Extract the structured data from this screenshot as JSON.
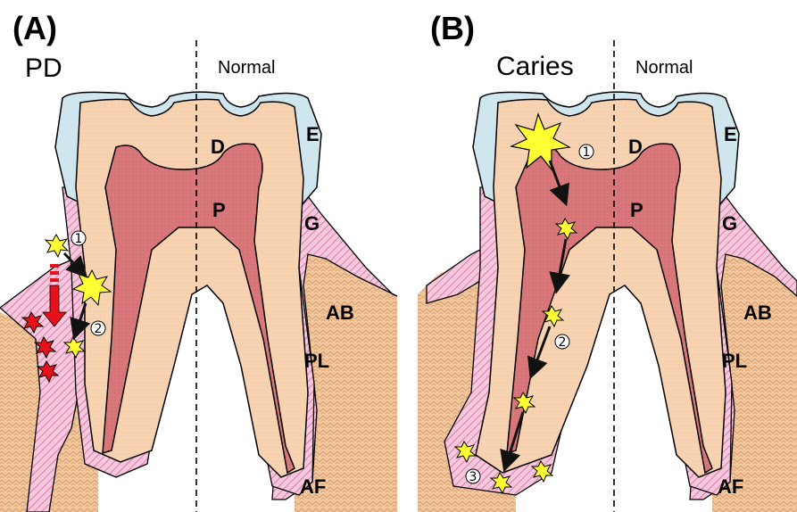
{
  "panels": [
    {
      "letter": "(A)",
      "condition": "PD",
      "normal_label": "Normal",
      "labels": {
        "enamel": "E",
        "dentin": "D",
        "pulp": "P",
        "gingiva": "G",
        "alveolar_bone": "AB",
        "periodontal_ligament": "PL",
        "apical_foramen": "AF"
      },
      "steps": [
        "1",
        "2"
      ]
    },
    {
      "letter": "(B)",
      "condition": "Caries",
      "normal_label": "Normal",
      "labels": {
        "enamel": "E",
        "dentin": "D",
        "pulp": "P",
        "gingiva": "G",
        "alveolar_bone": "AB",
        "periodontal_ligament": "PL",
        "apical_foramen": "AF"
      },
      "steps": [
        "1",
        "2",
        "3"
      ]
    }
  ],
  "colors": {
    "enamel": "#cfe6ee",
    "dentin": "#f7d2b0",
    "pulp": "#d9787a",
    "pulp_inner": "#c25a5c",
    "ligament": "#f2b8d4",
    "bone": "#f0c9a0",
    "bacteria_yellow": "#ffff33",
    "bacteria_red": "#e8101a",
    "arrow_red": "#e8101a"
  }
}
